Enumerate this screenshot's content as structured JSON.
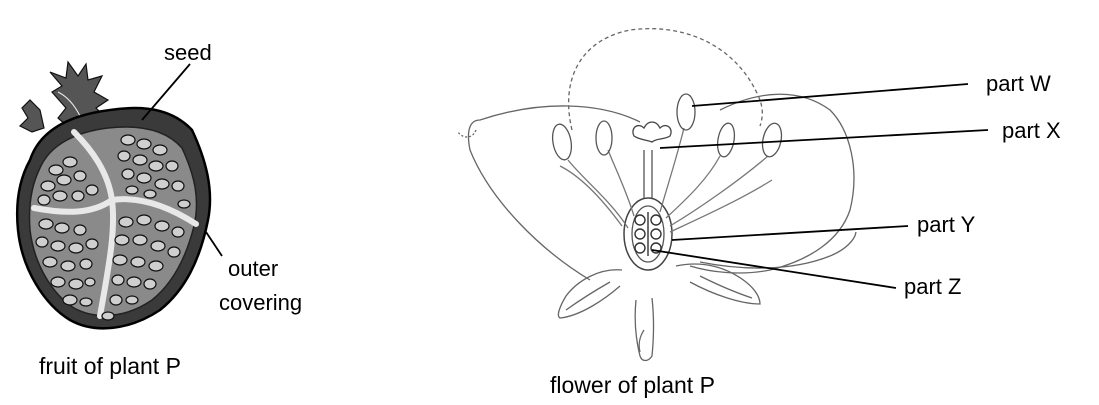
{
  "fruit": {
    "labels": {
      "seed": "seed",
      "outer": "outer",
      "covering": "covering"
    },
    "caption": "fruit of plant P"
  },
  "flower": {
    "labels": {
      "w": "part W",
      "x": "part X",
      "y": "part Y",
      "z": "part Z"
    },
    "caption": "flower of plant P"
  }
}
